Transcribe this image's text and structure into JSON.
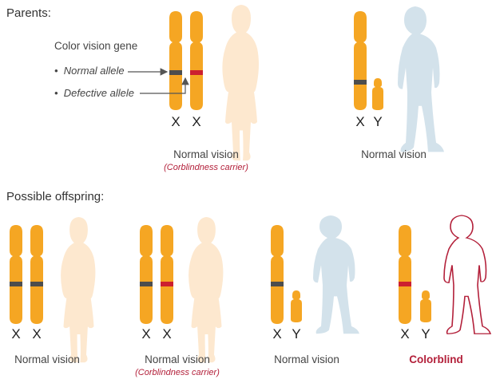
{
  "headings": {
    "parents": "Parents:",
    "offspring": "Possible offspring:"
  },
  "legend": {
    "title": "Color vision gene",
    "normal": "Normal allele",
    "defective": "Defective allele"
  },
  "chromosome_labels": {
    "x": "X",
    "y": "Y"
  },
  "parents": {
    "mother": {
      "caption": "Normal vision",
      "note": "(Corblindness carrier)"
    },
    "father": {
      "caption": "Normal vision"
    }
  },
  "offspring": [
    {
      "caption": "Normal vision"
    },
    {
      "caption": "Normal vision",
      "note": "(Corblindness carrier)"
    },
    {
      "caption": "Normal vision"
    },
    {
      "caption": "Colorblind"
    }
  ],
  "colors": {
    "chromosome": "#f5a623",
    "normal_band": "#4d4d4d",
    "defective_band": "#cc1f2f",
    "female_silhouette": "#fde8cf",
    "male_silhouette": "#d3e2eb",
    "colorblind_outline": "#b3203a"
  }
}
